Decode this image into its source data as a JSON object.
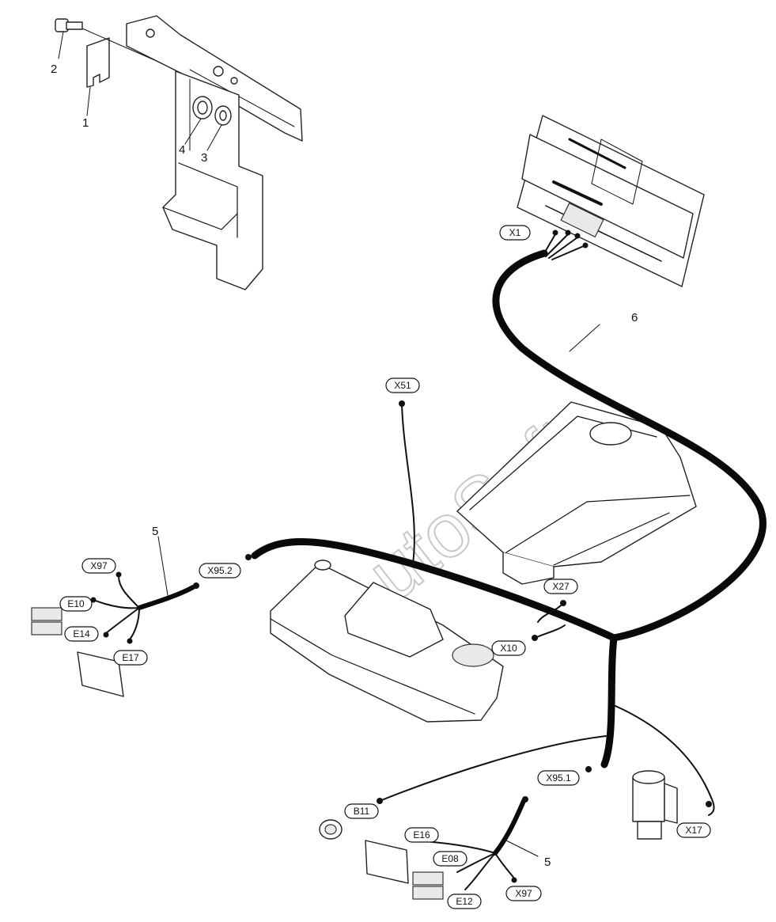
{
  "watermark": "AutoSoft",
  "connector_tags": [
    "X1",
    "X51",
    "X95.2",
    "X97",
    "E10",
    "E14",
    "E17",
    "X27",
    "X10",
    "X95.1",
    "B11",
    "E16",
    "E08",
    "E12",
    "X97",
    "X17"
  ],
  "part_numbers": [
    "1",
    "2",
    "3",
    "4",
    "5",
    "6",
    "5"
  ]
}
